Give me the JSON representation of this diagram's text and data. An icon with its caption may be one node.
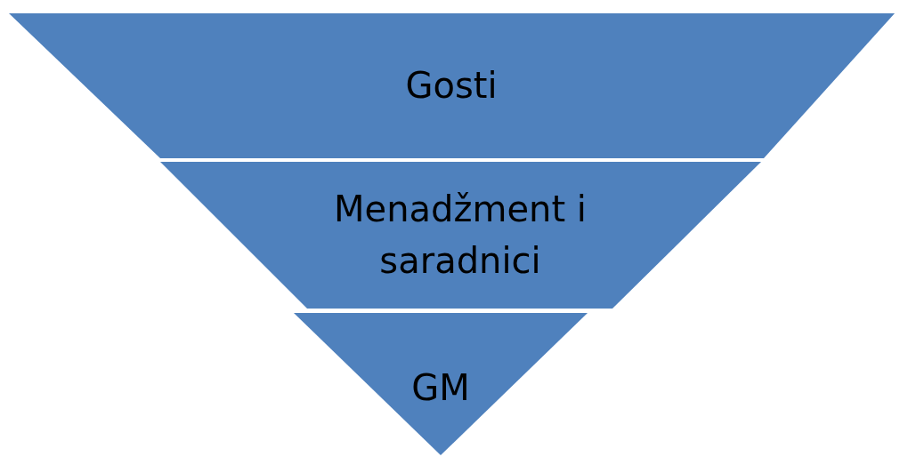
{
  "diagram": {
    "nodes": [
      {
        "text": [
          "Gosti"
        ]
      },
      {
        "text": [
          "Menadžment i saradnici"
        ]
      },
      {
        "text": [
          "GM"
        ]
      }
    ]
  }
}
